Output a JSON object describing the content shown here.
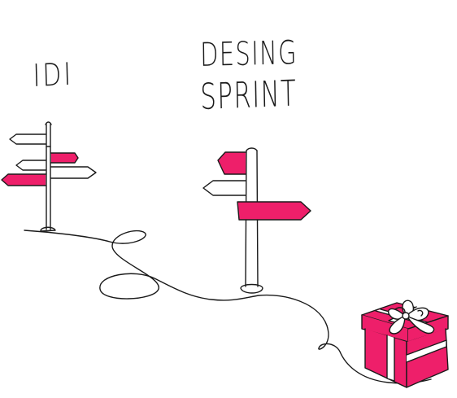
{
  "labels": {
    "left_title": "IDI",
    "center_title_line1": "DESING",
    "center_title_line2": "SPRINT"
  },
  "colors": {
    "accent_pink": "#ee1f6a",
    "ink": "#1a1a1a",
    "background": "#ffffff"
  },
  "icons": [
    "signpost-icon",
    "signpost-icon",
    "gift-box-icon",
    "winding-path-line"
  ]
}
